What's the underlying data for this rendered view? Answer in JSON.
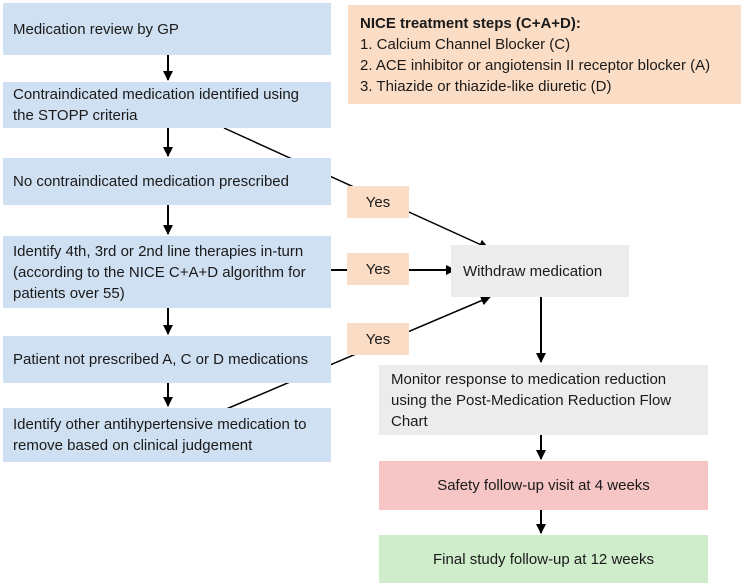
{
  "left_boxes": [
    {
      "text": "Medication review by GP"
    },
    {
      "text": "Contraindicated medication identified using the STOPP criteria"
    },
    {
      "text": "No contraindicated medication prescribed"
    },
    {
      "text": "Identify 4th, 3rd or 2nd line therapies in-turn (according to the NICE C+A+D algorithm for patients over 55)"
    },
    {
      "text": "Patient not prescribed A, C or D medications"
    },
    {
      "text": "Identify other antihypertensive medication to remove based on clinical judgement"
    }
  ],
  "yes_labels": [
    "Yes",
    "Yes",
    "Yes"
  ],
  "withdraw": "Withdraw medication",
  "monitor": "Monitor response to medication reduction using the Post-Medication Reduction Flow Chart",
  "safety": "Safety follow-up visit at 4 weeks",
  "final": "Final study follow-up at 12 weeks",
  "nice": {
    "title": "NICE treatment steps (C+A+D):",
    "steps": [
      "1. Calcium Channel Blocker (C)",
      "2. ACE inhibitor or angiotensin II receptor blocker (A)",
      "3. Thiazide or thiazide-like diuretic (D)"
    ]
  },
  "colors": {
    "blue": "#cfe0f2",
    "peach": "#fbdcc4",
    "grey": "#ececec",
    "red": "#f6c5c5",
    "green": "#cfeccb"
  }
}
